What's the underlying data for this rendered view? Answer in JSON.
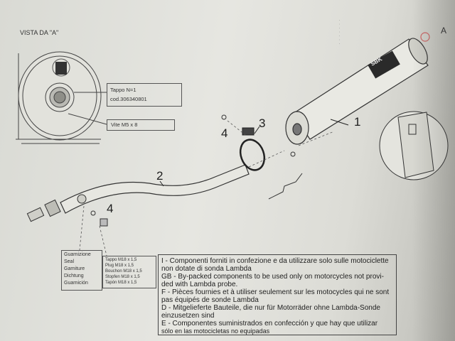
{
  "view_title": "VISTA DA \"A\"",
  "corner_label": "A",
  "callouts": {
    "n1": "1",
    "n2": "2",
    "n3": "3",
    "n4a": "4",
    "n4b": "4"
  },
  "tappo_box": {
    "line1": "Tappo N=1",
    "line2": "cod.306340801"
  },
  "vite_box": {
    "label": "Vite M5 x 8"
  },
  "seal_box": {
    "lines": [
      "Guarnizione",
      "Seal",
      "Garniture",
      "Dichtung",
      "Guarnición"
    ]
  },
  "plug_box": {
    "lines": [
      "Tappo M18 x 1,5",
      "Plug M18 x 1,5",
      "Bouchon M18 x 1,5",
      "Stopfen M18 x 1,5",
      "Tapón M18 x 1,5"
    ]
  },
  "muffler_logo": "SBK",
  "legend": {
    "it": "I - Componenti forniti in confezione e da utilizzare solo sulle motociclette",
    "it2": "non dotate di sonda Lambda",
    "gb": "GB - By-packed components to be used only on motorcycles not provi-",
    "gb2": "ded with Lambda probe.",
    "f": "F - Pièces fournies et à utiliser seulement sur les motocycles qui ne sont",
    "f2": "pas équipés de sonde Lambda",
    "d": "D - Mitgelieferte Bauteile, die nur für Motorräder ohne Lambda-Sonde",
    "d2": "einzusetzen sind",
    "e": "E - Componentes suministrados en confección y que hay que utilizar",
    "e2": "sólo en las motocicletas no equipadas"
  }
}
